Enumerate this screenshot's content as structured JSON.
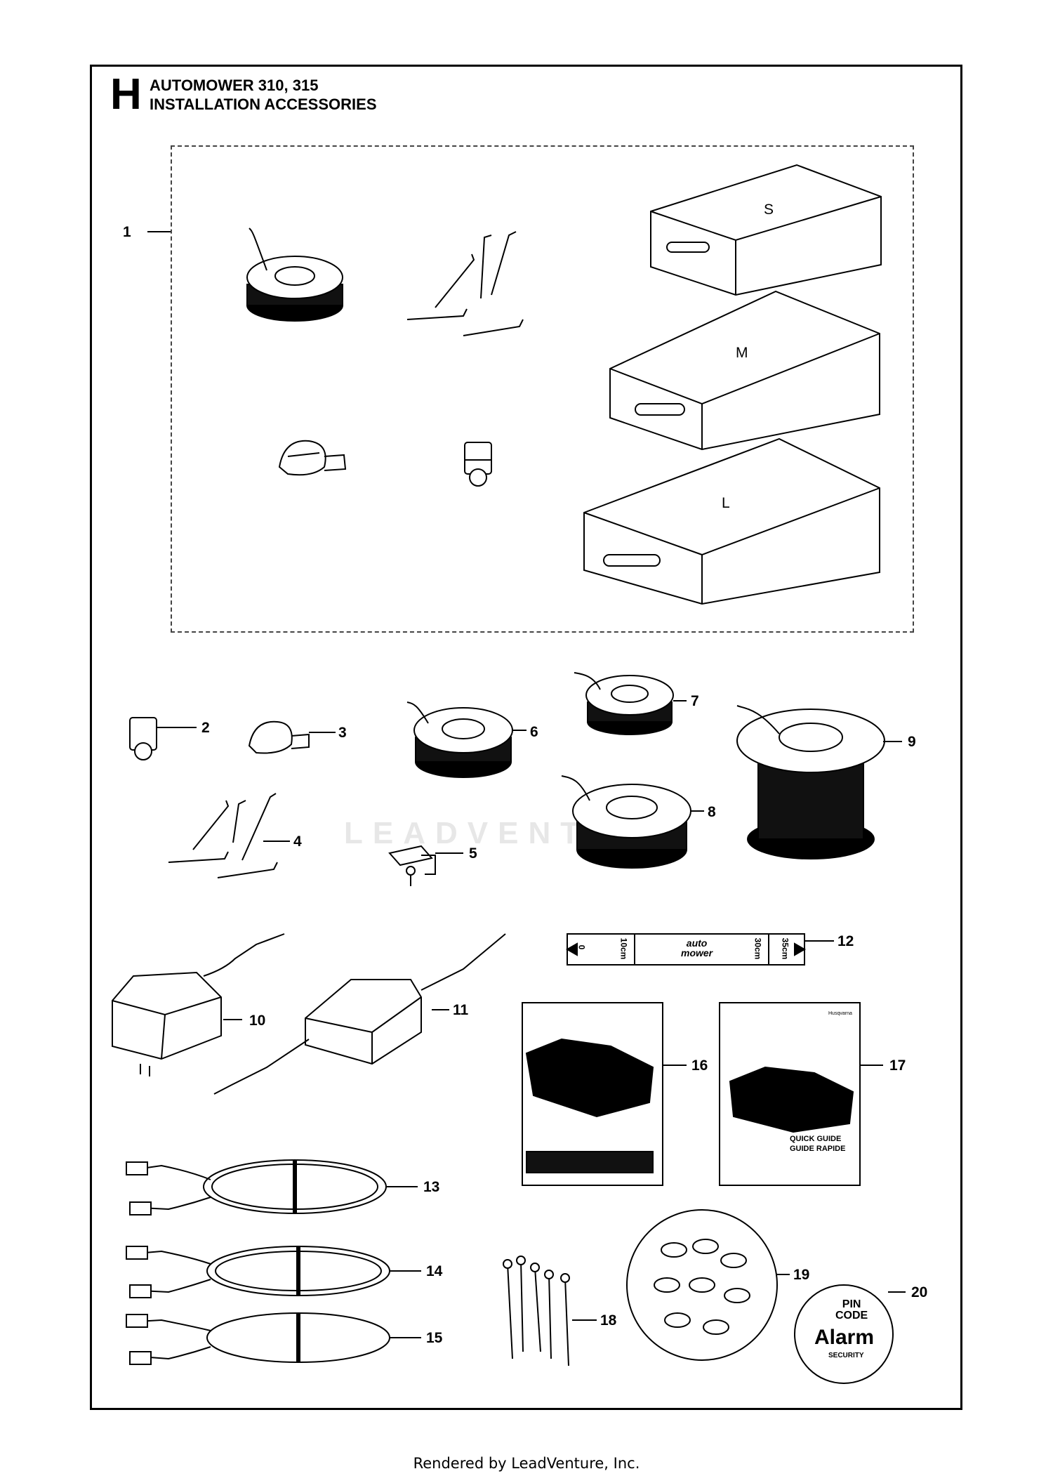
{
  "header": {
    "section_letter": "H",
    "title_line1": "AUTOMOWER 310, 315",
    "title_line2": "INSTALLATION ACCESSORIES"
  },
  "kit": {
    "callout": "1",
    "box_sizes": [
      "S",
      "M",
      "L"
    ]
  },
  "callouts": [
    "2",
    "3",
    "4",
    "5",
    "6",
    "7",
    "8",
    "9",
    "10",
    "11",
    "12",
    "13",
    "14",
    "15",
    "16",
    "17",
    "18",
    "19",
    "20"
  ],
  "gauge": {
    "logo_line1": "auto",
    "logo_line2": "mower",
    "marks": [
      "0",
      "10cm",
      "30cm",
      "35cm"
    ]
  },
  "manual_17": {
    "brand": "Husqvarna",
    "cover_text_1": "QUICK GUIDE",
    "cover_text_2": "GUIDE RAPIDE"
  },
  "decal_20": {
    "line1": "PIN",
    "line2": "CODE",
    "line3": "Alarm",
    "line4": "SECURITY"
  },
  "watermark": "LEADVENTURE",
  "footer": "Rendered by LeadVenture, Inc."
}
